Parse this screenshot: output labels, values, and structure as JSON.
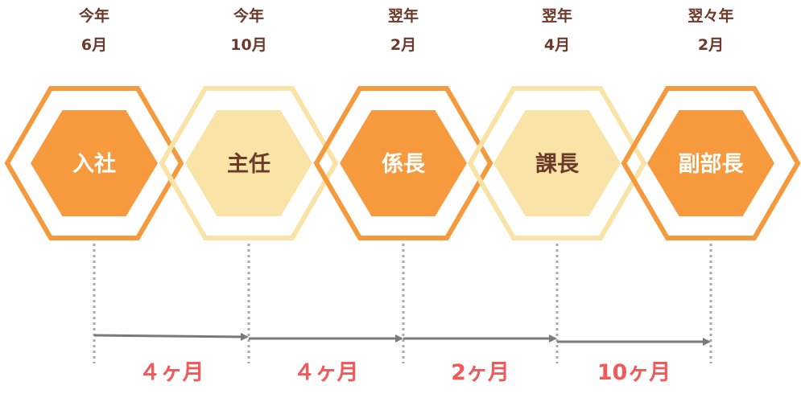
{
  "colors": {
    "orange": "#f59a3c",
    "orange_fill": "#f79a3e",
    "yellow": "#f9e3a6",
    "yellow_fill": "#f9e3a6",
    "date_text": "#6b3a2a",
    "label_on_orange": "#ffffff",
    "label_on_yellow": "#6b3a2a",
    "interval_text": "#f05a5a",
    "connector": "#a8a8a8",
    "arrow": "#7a7a7a"
  },
  "steps": [
    {
      "date_line1": "今年",
      "date_line2": "6月",
      "title": "入社",
      "style": "orange"
    },
    {
      "date_line1": "今年",
      "date_line2": "10月",
      "title": "主任",
      "style": "yellow"
    },
    {
      "date_line1": "翌年",
      "date_line2": "2月",
      "title": "係長",
      "style": "orange"
    },
    {
      "date_line1": "翌年",
      "date_line2": "4月",
      "title": "課長",
      "style": "yellow"
    },
    {
      "date_line1": "翌々年",
      "date_line2": "2月",
      "title": "副部長",
      "style": "orange"
    }
  ],
  "intervals": [
    {
      "label": "４ヶ月"
    },
    {
      "label": "４ヶ月"
    },
    {
      "label": "2ヶ月"
    },
    {
      "label": "10ヶ月"
    }
  ]
}
